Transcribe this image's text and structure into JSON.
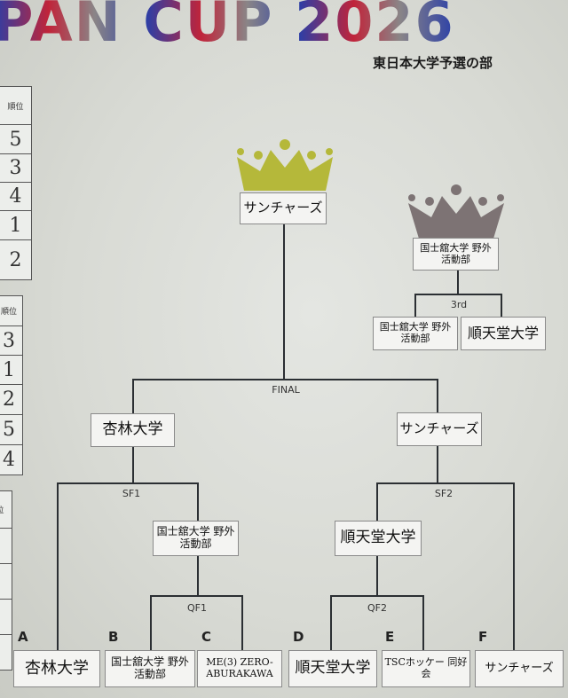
{
  "header": {
    "title": "PAN CUP 2026",
    "subtitle": "東日本大学予選の部"
  },
  "rank_tables": [
    {
      "header": "順位",
      "values": [
        "5",
        "3",
        "4",
        "1",
        "2"
      ]
    },
    {
      "header": "順位",
      "values": [
        "3",
        "1",
        "2",
        "5",
        "4"
      ]
    },
    {
      "header": "位",
      "values": []
    }
  ],
  "bracket": {
    "champion": "サンチャーズ",
    "champion_crown_color": "#b5b83a",
    "third_place_crown_color": "#7d7374",
    "third_place_winner": "国士舘大学 野外活動部",
    "third_label": "3rd",
    "third_place_match": [
      "国士舘大学 野外活動部",
      "順天堂大学"
    ],
    "final_label": "FINAL",
    "sf1_label": "SF1",
    "sf2_label": "SF2",
    "qf1_label": "QF1",
    "qf2_label": "QF2",
    "sf1_winner": "杏林大学",
    "sf2_winner": "サンチャーズ",
    "qf1_winner": "国士舘大学 野外活動部",
    "qf2_winner": "順天堂大学",
    "entries": [
      {
        "letter": "A",
        "team": "杏林大学"
      },
      {
        "letter": "B",
        "team": "国士舘大学 野外活動部"
      },
      {
        "letter": "C",
        "team": "ME(3) ZERO- ABURAKAWA"
      },
      {
        "letter": "D",
        "team": "順天堂大学"
      },
      {
        "letter": "E",
        "team": "TSCホッケー 同好会"
      },
      {
        "letter": "F",
        "team": "サンチャーズ"
      }
    ]
  }
}
